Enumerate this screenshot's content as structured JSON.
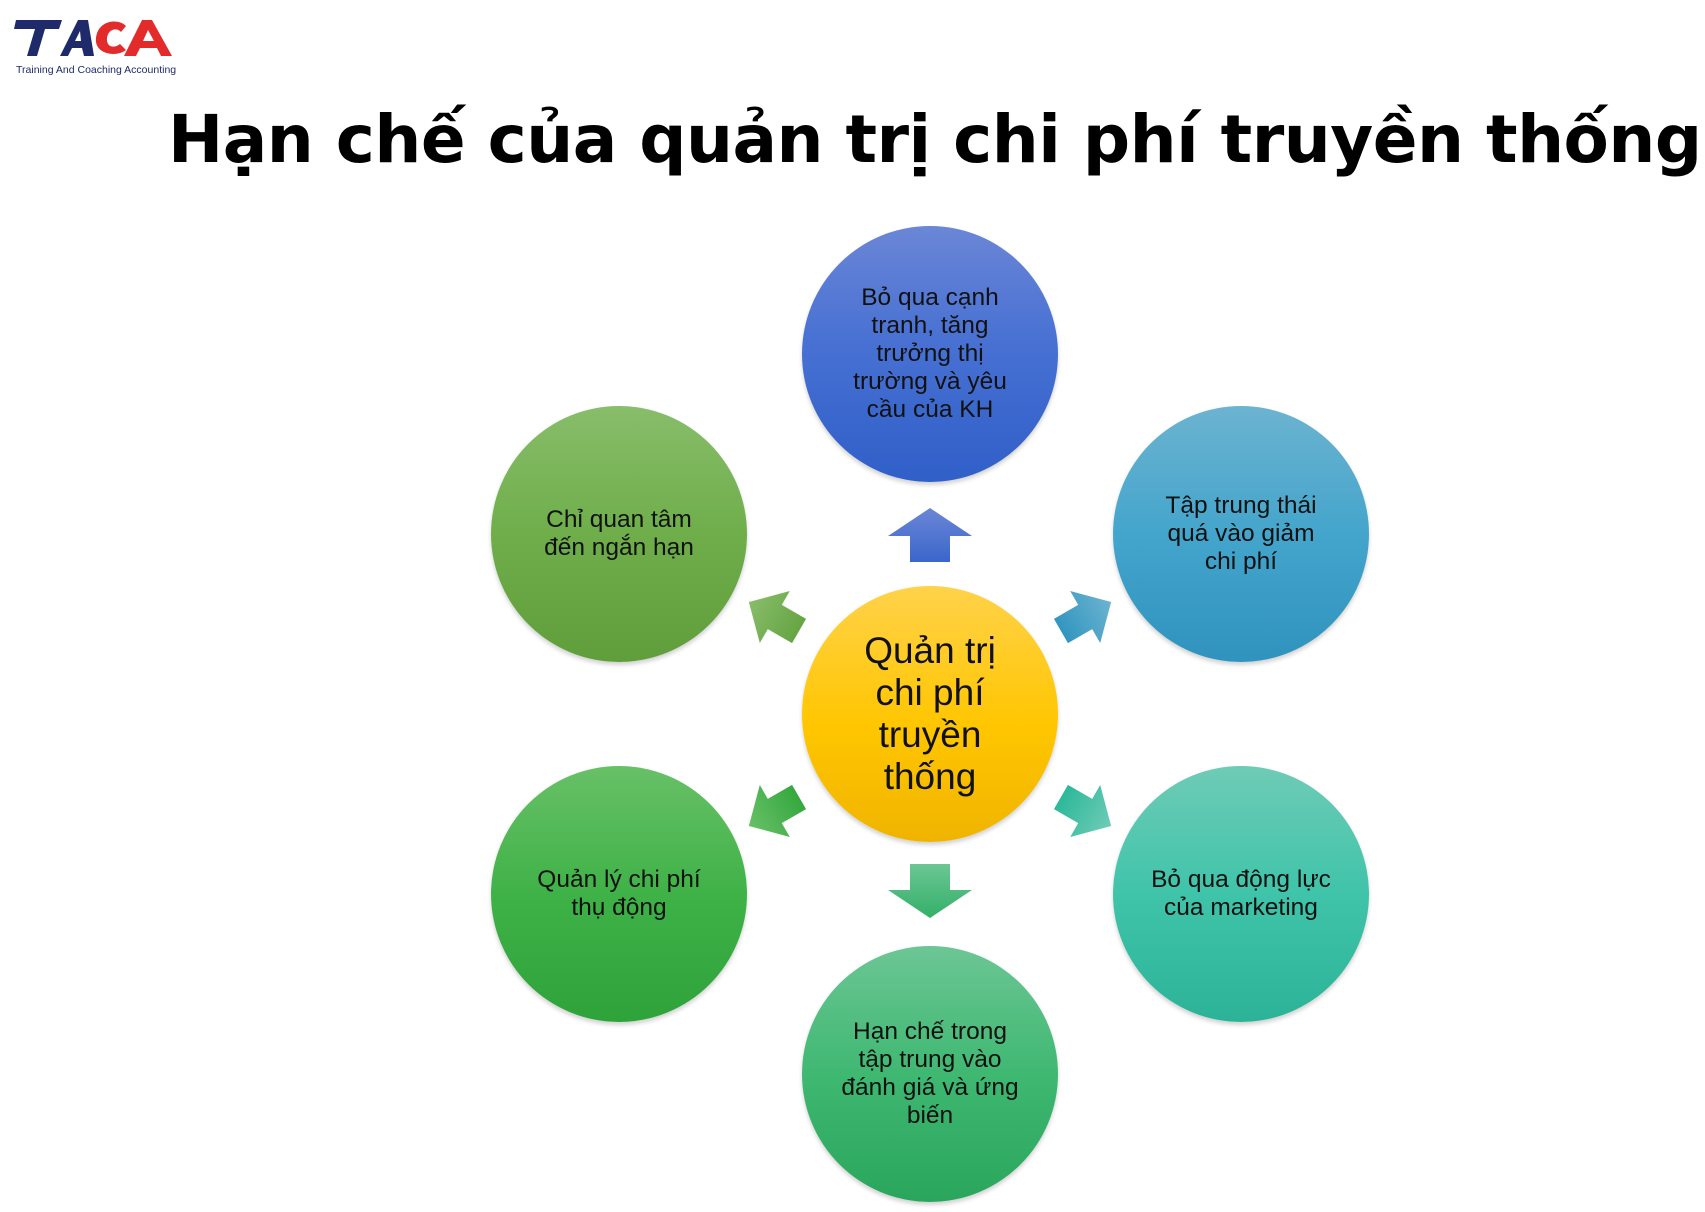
{
  "logo": {
    "brand": "TACA",
    "tagline": "Training And Coaching Accounting",
    "colors": {
      "navy": "#1f2a6b",
      "red": "#e32b2b"
    }
  },
  "title": "Hạn chế của quản trị chi phí truyền thống",
  "diagram": {
    "center": {
      "label": "Quản trị chi phí truyền thống",
      "color": "#ffc600"
    },
    "nodes": [
      {
        "id": "top",
        "label": "Bỏ qua cạnh tranh, tăng trưởng thị trường và yêu cầu của KH",
        "color": "#4871d3"
      },
      {
        "id": "top-right",
        "label": "Tập trung thái quá vào giảm chi phí",
        "color": "#44a5cc"
      },
      {
        "id": "bottom-right",
        "label": "Bỏ qua động lực của marketing",
        "color": "#3fc4aa"
      },
      {
        "id": "bottom",
        "label": "Hạn chế trong tập trung vào đánh giá và ứng biến",
        "color": "#3fb872"
      },
      {
        "id": "bottom-left",
        "label": "Quản lý chi phí thụ động",
        "color": "#3fb247"
      },
      {
        "id": "top-left",
        "label": "Chỉ quan tâm đến ngắn hạn",
        "color": "#6fae4b"
      }
    ]
  }
}
